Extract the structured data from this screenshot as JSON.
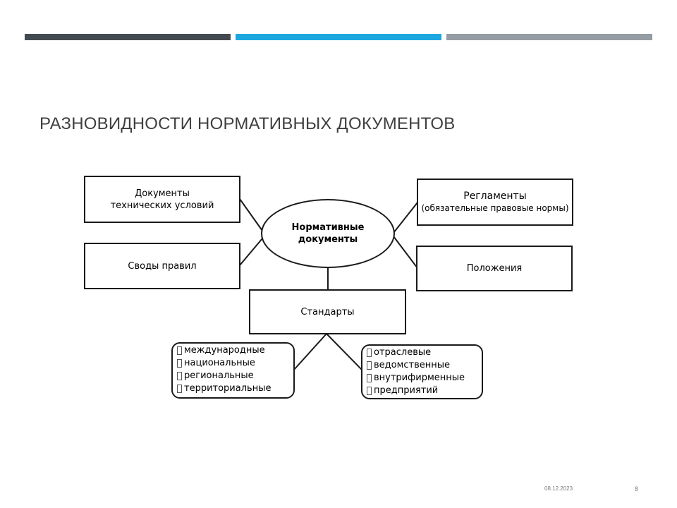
{
  "slide": {
    "title": "РАЗНОВИДНОСТИ НОРМАТИВНЫХ ДОКУМЕНТОВ",
    "date": "08.12.2023",
    "page_number": "8"
  },
  "diagram": {
    "center": {
      "line1": "Нормативные",
      "line2": "документы"
    },
    "tech_conditions": {
      "line1": "Документы",
      "line2": "технических условий"
    },
    "rules": {
      "label": "Своды правил"
    },
    "regulations": {
      "line1": "Регламенты",
      "line2": "(обязательные правовые нормы)"
    },
    "provisions": {
      "label": "Положения"
    },
    "standards": {
      "label": "Стандарты"
    },
    "standards_levels": [
      "международные",
      "национальные",
      "региональные",
      "территориальные"
    ],
    "standards_sectors": [
      "отраслевые",
      "ведомственные",
      "внутрифирменные",
      "предприятий"
    ]
  },
  "colors": {
    "bar_dark": "#434b51",
    "bar_blue": "#1da7e0",
    "bar_gray": "#959ca3"
  }
}
